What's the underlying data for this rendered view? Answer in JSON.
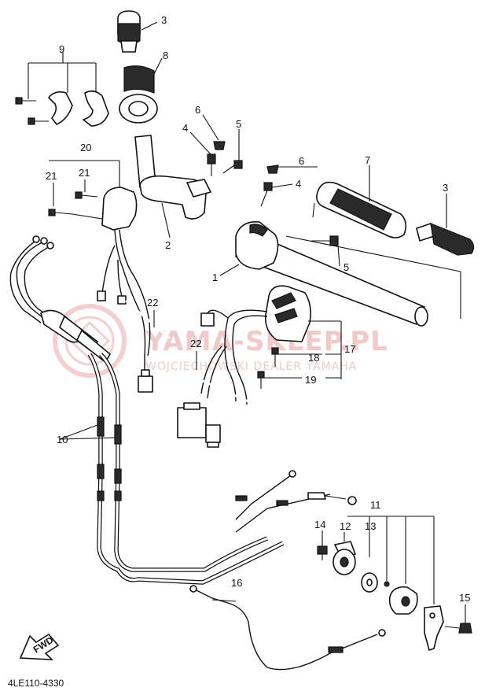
{
  "diagram": {
    "code": "4LE110-4330",
    "fwd_label": "FWD",
    "watermark_main": "YAMA-SKLEP.PL",
    "watermark_sub": "WOJCIECHOWSKI DEALER YAMAHA",
    "callouts": {
      "c1": "1",
      "c2": "2",
      "c3a": "3",
      "c3b": "3",
      "c4a": "4",
      "c4b": "4",
      "c5a": "5",
      "c5b": "5",
      "c6a": "6",
      "c6b": "6",
      "c7": "7",
      "c8": "8",
      "c9": "9",
      "c10": "10",
      "c11": "11",
      "c12": "12",
      "c13": "13",
      "c14": "14",
      "c15": "15",
      "c16": "16",
      "c17": "17",
      "c18": "18",
      "c19": "19",
      "c20": "20",
      "c21a": "21",
      "c21b": "21",
      "c22a": "22",
      "c22b": "22"
    }
  }
}
